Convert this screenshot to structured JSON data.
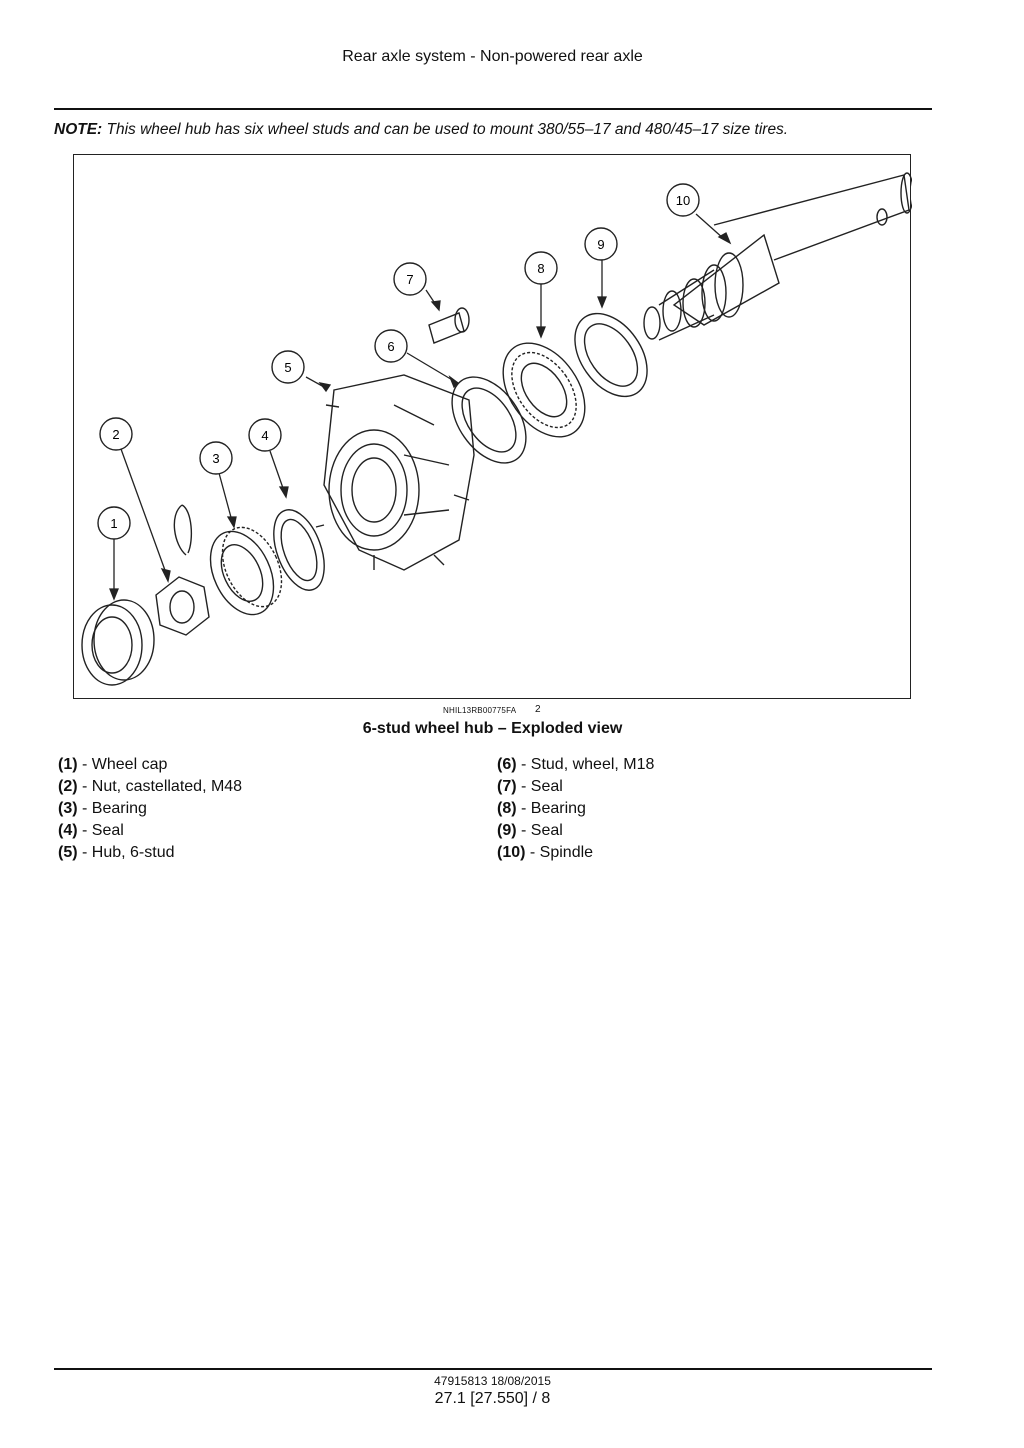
{
  "header": {
    "title": "Rear axle system - Non-powered rear axle"
  },
  "note": {
    "label": "NOTE:",
    "text": " This wheel hub has six wheel studs and can be used to mount 380/55–17 and 480/45–17 size tires."
  },
  "figure": {
    "id": "NHIL13RB00775FA",
    "number": "2",
    "caption": "6-stud wheel hub – Exploded view",
    "callouts": [
      "1",
      "2",
      "3",
      "4",
      "5",
      "6",
      "7",
      "8",
      "9",
      "10"
    ]
  },
  "legend": {
    "left": [
      {
        "num": "(1)",
        "text": " - Wheel cap"
      },
      {
        "num": "(2)",
        "text": " - Nut, castellated, M48"
      },
      {
        "num": "(3)",
        "text": " - Bearing"
      },
      {
        "num": "(4)",
        "text": " - Seal"
      },
      {
        "num": "(5)",
        "text": " - Hub, 6-stud"
      }
    ],
    "right": [
      {
        "num": "(6)",
        "text": " - Stud, wheel, M18"
      },
      {
        "num": "(7)",
        "text": " - Seal"
      },
      {
        "num": "(8)",
        "text": " - Bearing"
      },
      {
        "num": "(9)",
        "text": " - Seal"
      },
      {
        "num": "(10)",
        "text": " - Spindle"
      }
    ]
  },
  "footer": {
    "doc": "47915813 18/08/2015",
    "page": "27.1 [27.550] / 8"
  }
}
